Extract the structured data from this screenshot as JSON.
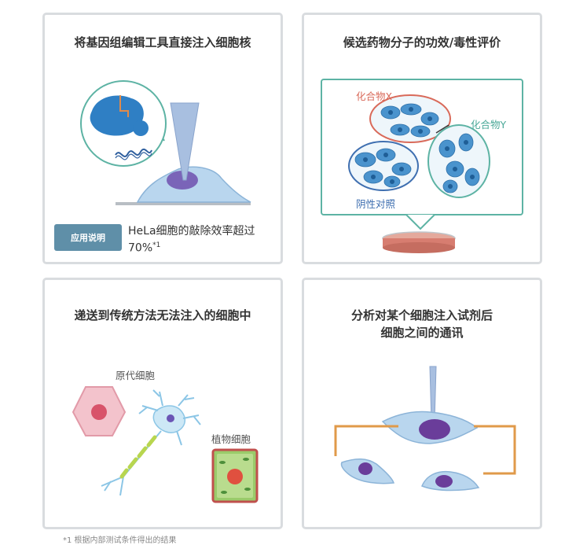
{
  "cards": [
    {
      "title": "将基因组编辑工具直接注入细胞核",
      "app_label": "应用说明",
      "app_desc": "HeLa细胞的敲除效率超过70%",
      "app_sup": "*1"
    },
    {
      "title": "候选药物分子的功效/毒性评价",
      "labels": {
        "compound_x": "化合物X",
        "compound_y": "化合物Y",
        "negative_control": "阴性对照"
      }
    },
    {
      "title": "递送到传统方法无法注入的细胞中",
      "labels": {
        "primary_cell": "原代细胞",
        "plant_cell": "植物细胞"
      }
    },
    {
      "title_line1": "分析对某个细胞注入试剂后",
      "title_line2": "细胞之间的通讯"
    }
  ],
  "footnote": "*1 根据内部测试条件得出的结果"
}
